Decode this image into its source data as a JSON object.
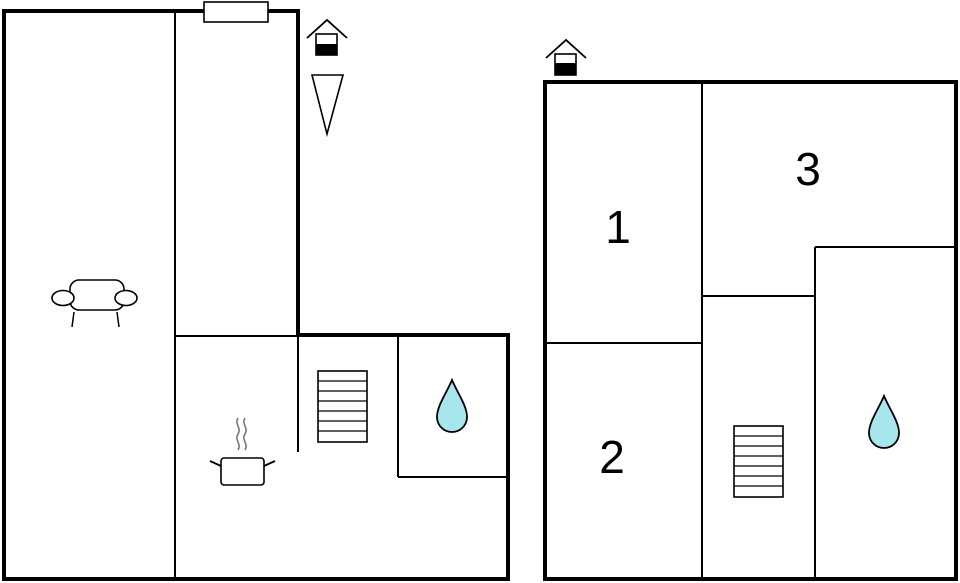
{
  "floors": [
    {
      "id": "ground-floor",
      "rooms": []
    },
    {
      "id": "upper-floor",
      "rooms": [
        {
          "label": "1"
        },
        {
          "label": "2"
        },
        {
          "label": "3"
        }
      ]
    }
  ],
  "icons": {
    "entrance": "house-entrance-icon",
    "north": "north-arrow-icon",
    "living": "sofa-icon",
    "kitchen": "cooking-pot-icon",
    "stairs": "stairs-icon",
    "bathroom": "water-drop-icon"
  },
  "colors": {
    "wall": "#000000",
    "water": "#a8e6ee",
    "steam": "#777777"
  }
}
